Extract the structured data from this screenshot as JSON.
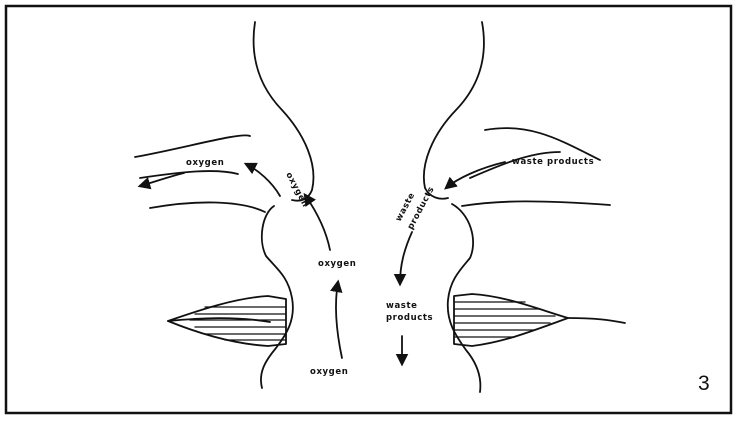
{
  "labels": {
    "oxygen_left_top": "oxygen",
    "oxygen_diagonal": "oxygen",
    "oxygen_middle": "oxygen",
    "oxygen_bottom": "oxygen",
    "waste_right_top": "waste products",
    "waste_diagonal_1": "waste",
    "waste_diagonal_2": "products",
    "waste_bottom_1": "waste",
    "waste_bottom_2": "products"
  },
  "figure_number": "3"
}
